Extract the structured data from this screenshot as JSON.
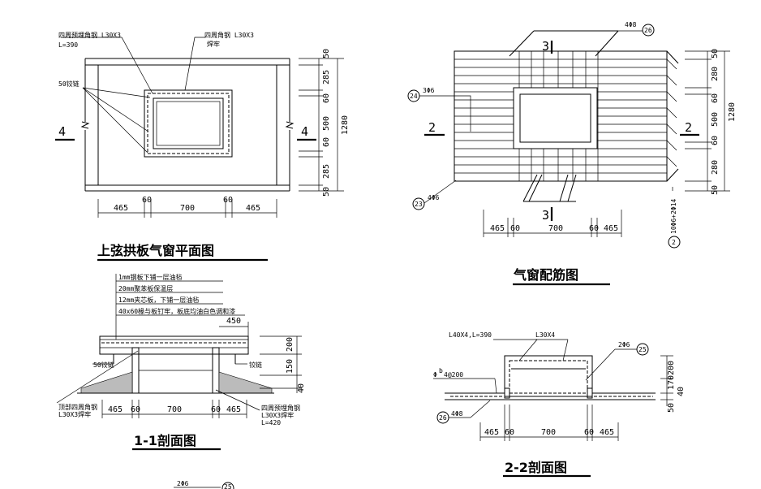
{
  "plan": {
    "title": "上弦拱板气窗平面图",
    "note_left": "四周预埋角钢 L30X3",
    "note_left_len": "L=390",
    "note_right": "四周角钢 L30X3",
    "note_right_sub": "焊牢",
    "note_bolt": "50铰链",
    "section_mark": "4",
    "dims_h": [
      "465",
      "60",
      "700",
      "60",
      "465"
    ],
    "dims_v": [
      "50",
      "285",
      "60",
      "500",
      "60",
      "285",
      "50"
    ],
    "dim_total": "1280"
  },
  "rebar": {
    "title": "气窗配筋图",
    "callout_24": "24",
    "callout_24_label": "3Φ6",
    "callout_23": "23",
    "callout_23_label": "4Φ6",
    "callout_26": "26",
    "callout_26_label": "4Φ8",
    "callout_2": "2",
    "callout_2_label": "10Φ6+2Φ14",
    "section_mark_3": "3",
    "section_mark_2": "2",
    "dims_h": [
      "465",
      "60",
      "700",
      "60",
      "465"
    ],
    "dims_v": [
      "50",
      "280",
      "60",
      "500",
      "60",
      "280",
      "50"
    ],
    "dim_total": "1280"
  },
  "section11": {
    "title": "1-1剖面图",
    "layers": [
      "1mm钢板下铺一层油毡",
      "20mm聚苯板保温层",
      "12mm夹芯板，下铺一层油毡",
      "40x60椽与板钉牢，板底均油白色调和漆"
    ],
    "dim_450": "450",
    "label_bolt": "50铰链",
    "label_hinge": "铰链",
    "label_left": "顶部四周角钢",
    "label_left2": "L30X3焊牢",
    "label_right": "四周预埋角钢",
    "label_right2": "L30X3焊牢",
    "label_right3": "L=420",
    "dims_h": [
      "465",
      "60",
      "700",
      "60",
      "465"
    ],
    "dims_v": [
      "200",
      "150",
      "40"
    ]
  },
  "section22": {
    "title": "2-2剖面图",
    "label_l40": "L40X4,L=390",
    "label_l30": "L30X4",
    "label_2phi6": "2Φ6",
    "callout_25": "25",
    "label_phi": "Φ",
    "label_phi_sup": "b",
    "label_phi_rest": "4@200",
    "callout_26": "26",
    "callout_26_label": "4Φ8",
    "dims_h": [
      "465",
      "60",
      "700",
      "60",
      "465"
    ],
    "dims_v": [
      "50",
      "170",
      "200",
      "40"
    ]
  },
  "partial": {
    "label": "2Φ6",
    "callout": "25"
  }
}
